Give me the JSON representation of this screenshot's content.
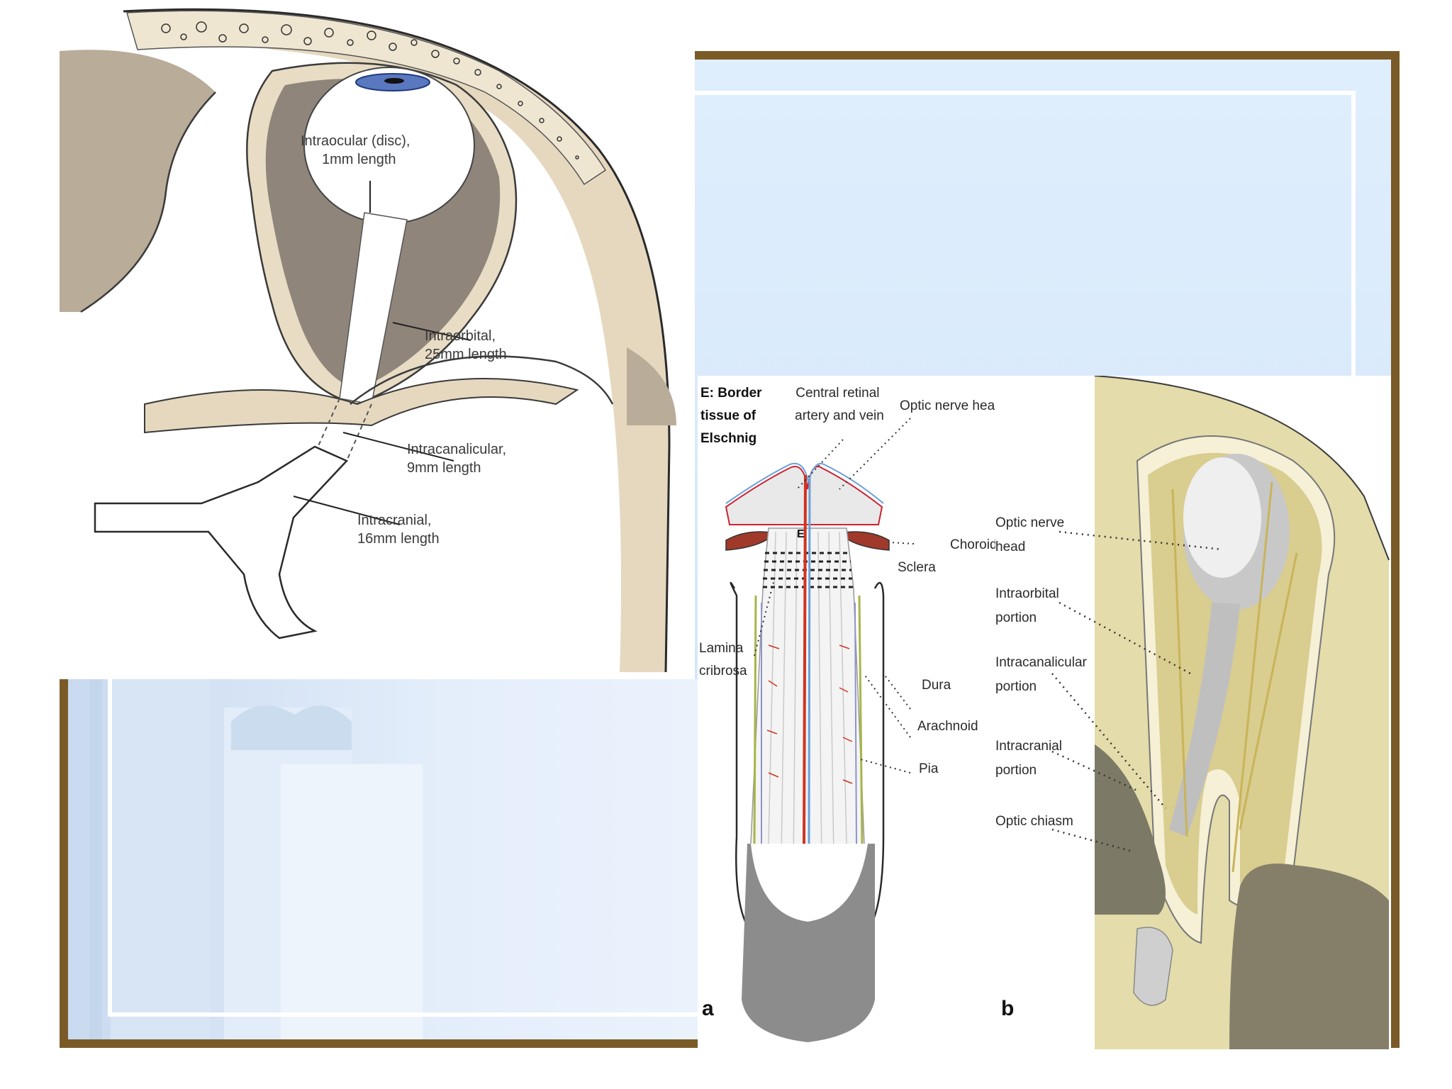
{
  "diagram_top": {
    "intraocular": [
      "Intraocular (disc),",
      "1mm length"
    ],
    "intraorbital": [
      "Intraorbital,",
      "25mm length"
    ],
    "intracanalicular": [
      "Intracanalicular,",
      "9mm length"
    ],
    "intracranial": [
      "Intracranial,",
      "16mm length"
    ]
  },
  "diagram_a": {
    "border_tissue": [
      "E: Border",
      "tissue of",
      "Elschnig"
    ],
    "central_retinal": [
      "Central retinal",
      "artery and vein"
    ],
    "optic_nerve_head": "Optic nerve head",
    "choroid": "Choroid",
    "sclera": "Sclera",
    "e_marker": "E",
    "lamina": [
      "Lamina",
      "cribrosa"
    ],
    "dura": "Dura",
    "arachnoid": "Arachnoid",
    "pia": "Pia",
    "panel_letter": "a"
  },
  "diagram_b": {
    "optic_nerve_head": [
      "Optic nerve",
      "head"
    ],
    "intraorbital": [
      "Intraorbital",
      "portion"
    ],
    "intracanalicular": [
      "Intracanalicular",
      "portion"
    ],
    "intracranial": [
      "Intracranial",
      "portion"
    ],
    "optic_chiasm": "Optic chiasm",
    "panel_letter": "b"
  }
}
